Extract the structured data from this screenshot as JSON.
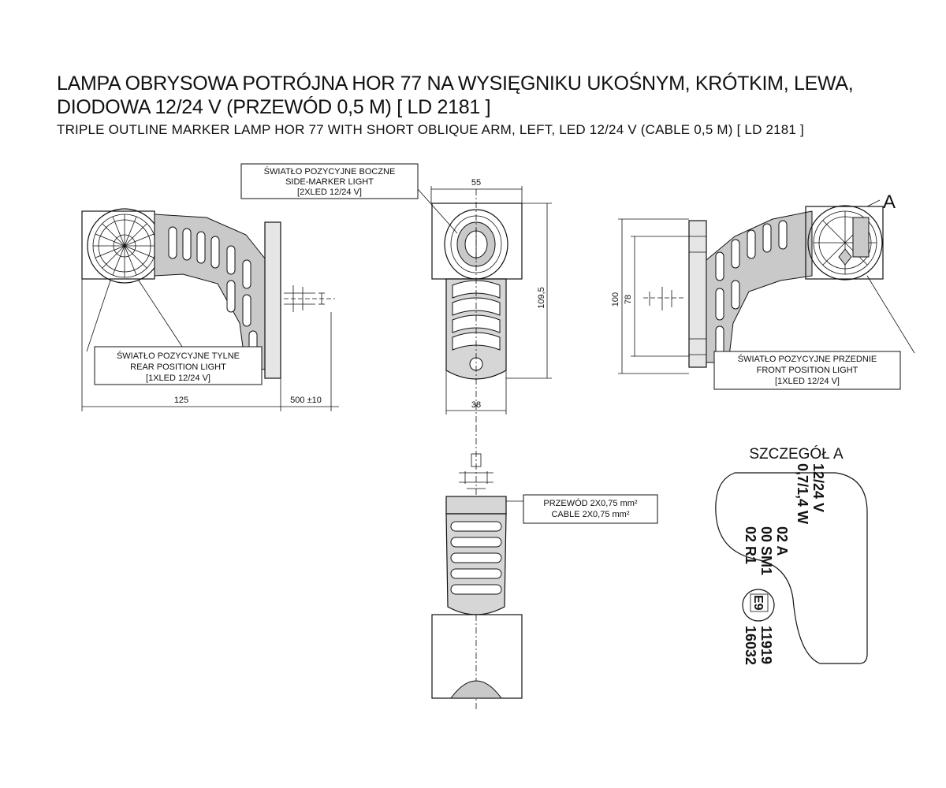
{
  "title": {
    "line1_pl": "LAMPA OBRYSOWA POTRÓJNA HOR 77 NA WYSIĘGNIKU UKOŚNYM, KRÓTKIM, LEWA,",
    "line2_pl": "DIODOWA 12/24 V (PRZEWÓD 0,5 M) [ LD 2181 ]",
    "line_en": "TRIPLE OUTLINE MARKER LAMP HOR 77 WITH SHORT OBLIQUE ARM, LEFT, LED 12/24 V (CABLE 0,5 M) [ LD 2181 ]"
  },
  "callouts": {
    "side": {
      "pl": "ŚWIATŁO POZYCYJNE BOCZNE",
      "en": "SIDE-MARKER LIGHT",
      "spec": "[2XLED 12/24 V]"
    },
    "rear": {
      "pl": "ŚWIATŁO POZYCYJNE TYLNE",
      "en": "REAR POSITION LIGHT",
      "spec": "[1XLED 12/24 V]"
    },
    "front": {
      "pl": "ŚWIATŁO POZYCYJNE PRZEDNIE",
      "en": "FRONT POSITION LIGHT",
      "spec": "[1XLED 12/24 V]"
    },
    "cable": {
      "pl": "PRZEWÓD 2X0,75 mm²",
      "en": "CABLE 2X0,75 mm²"
    }
  },
  "dimensions": {
    "width_top": "55",
    "height_front": "109,5",
    "width_bottom": "38",
    "length": "125",
    "cable_length": "500 ±10",
    "height_outer": "100",
    "height_inner": "78"
  },
  "detail": {
    "marker": "A",
    "title": "SZCZEGÓŁ A",
    "col1_line1": "12/24 V",
    "col1_line2": "0,7/1,4 W",
    "col2_line1": "02 A",
    "col2_line2": "00 SM1",
    "col2_line3": "02 R1",
    "emark": "E9",
    "col3_line1": "11919",
    "col3_line2": "16032"
  }
}
